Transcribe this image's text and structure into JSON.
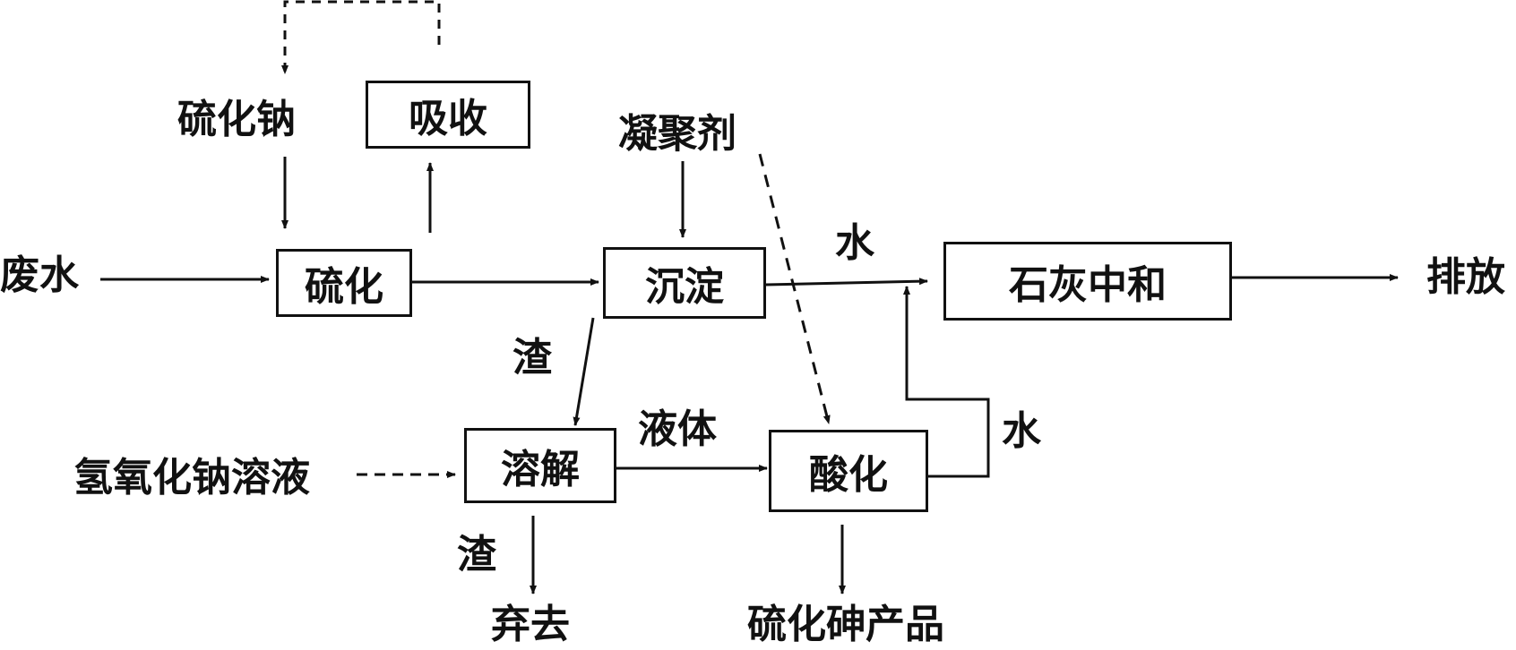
{
  "nodes": {
    "absorb": "吸收",
    "sulfidation": "硫化",
    "precipitation": "沉淀",
    "lime_neutralization": "石灰中和",
    "dissolution": "溶解",
    "acidification": "酸化"
  },
  "labels": {
    "sodium_sulfide": "硫化钠",
    "flocculant": "凝聚剂",
    "wastewater": "废水",
    "water_top": "水",
    "discharge": "排放",
    "slag_1": "渣",
    "liquid": "液体",
    "water_right": "水",
    "naoh_solution": "氢氧化钠溶液",
    "slag_2": "渣",
    "discard": "弃去",
    "arsenic_sulfide_product": "硫化砷产品"
  }
}
